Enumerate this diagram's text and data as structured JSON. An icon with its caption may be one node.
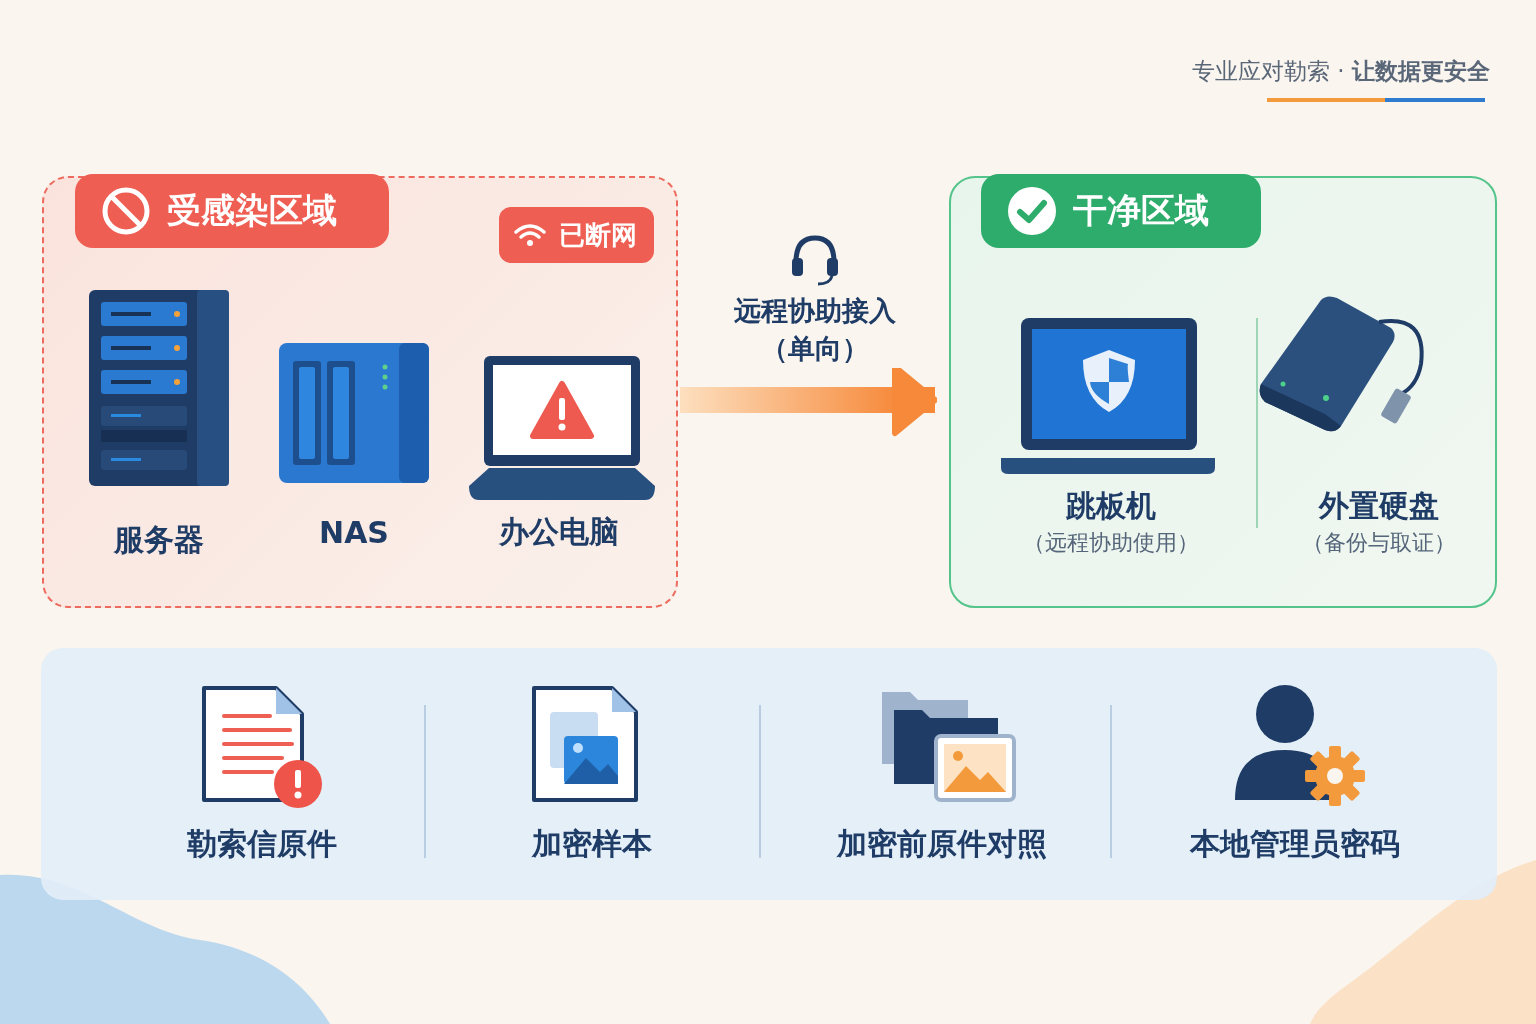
{
  "diagram": {
    "nodes": [
      {
        "text": [
          "受感染区域"
        ]
      },
      {
        "text": [
          "已断网"
        ],
        "in": 0
      },
      {
        "text": [
          "服务器"
        ],
        "in": 0
      },
      {
        "text": [
          "NAS"
        ],
        "in": 0
      },
      {
        "text": [
          "办公电脑"
        ],
        "in": 0
      },
      {
        "text": [
          "干净区域"
        ]
      },
      {
        "text": [
          "跳板机",
          "（远程协助使用）"
        ],
        "in": 5
      },
      {
        "text": [
          "外置硬盘",
          "（备份与取证）"
        ],
        "in": 5
      }
    ],
    "edges": [
      {
        "from": 0,
        "to": 5,
        "arrow": "to",
        "label": "远程协助接入（单向）",
        "style": "thick"
      }
    ],
    "labels": [
      "专业应对勒索 · **让数据更安全**",
      "勒索信原件",
      "加密样本",
      "加密前原件对照",
      "本地管理员密码"
    ]
  }
}
